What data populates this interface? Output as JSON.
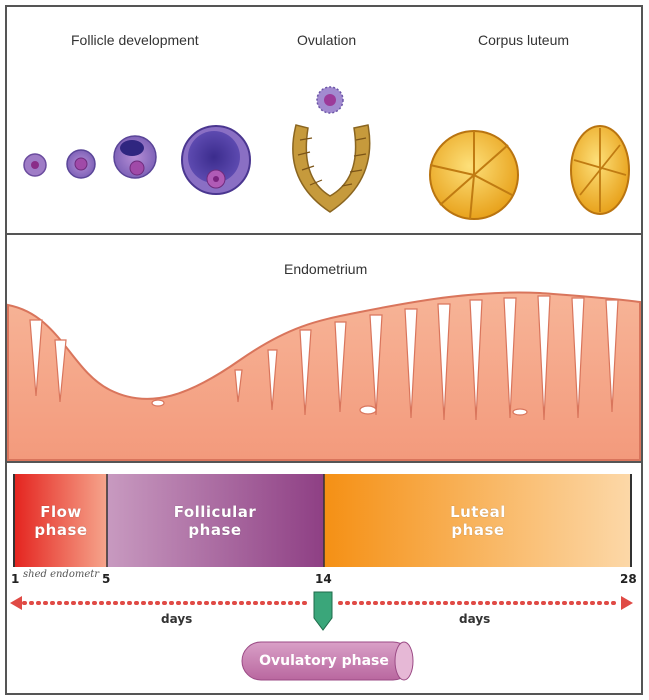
{
  "labels": {
    "follicle_development": "Follicle development",
    "ovulation": "Ovulation",
    "corpus_luteum": "Corpus luteum",
    "endometrium": "Endometrium"
  },
  "phases": {
    "flow_line1": "Flow",
    "flow_line2": "phase",
    "follicular_line1": "Follicular",
    "follicular_line2": "phase",
    "luteal_line1": "Luteal",
    "luteal_line2": "phase"
  },
  "days": {
    "d1": "1",
    "d5": "5",
    "d14": "14",
    "d28": "28",
    "left_word": "days",
    "right_word": "days"
  },
  "handwritten_note": "shed endometr",
  "ovulatory_phase": "Ovulatory phase",
  "colors": {
    "frame": "#555555",
    "flow": "#e8302a",
    "follicular": "#9b4a8c",
    "luteal": "#f59a24",
    "endometrium": "#f6ab8c",
    "arrow": "#e04a45",
    "marker": "#3aa67a",
    "ovulatory_pill": "#c77cae"
  }
}
